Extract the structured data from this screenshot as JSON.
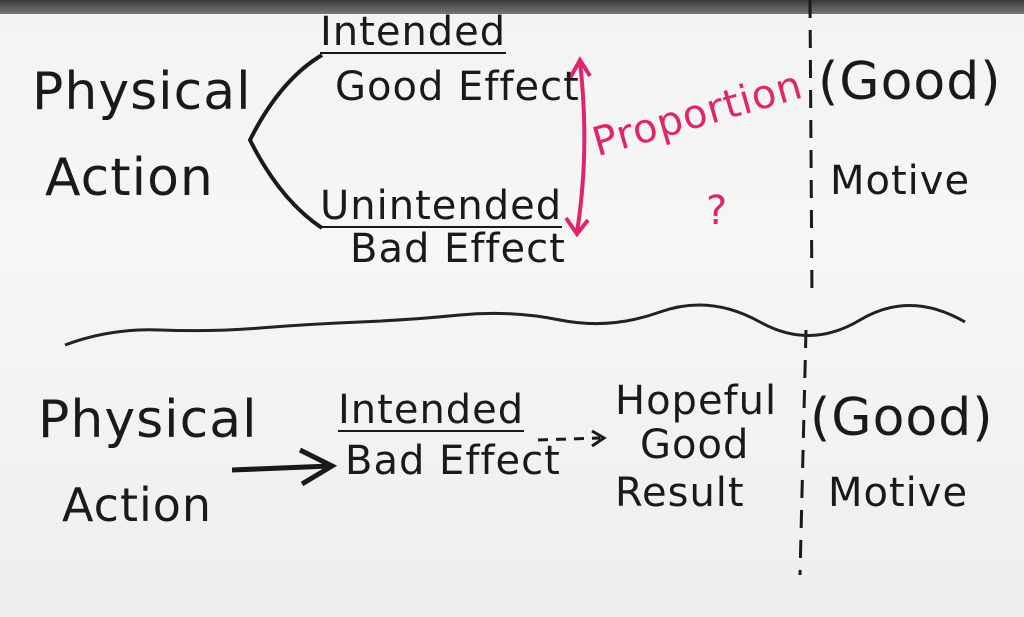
{
  "top": {
    "action_line1": "Physical",
    "action_line2": "Action",
    "effect1_line1": "Intended",
    "effect1_line2": "Good Effect",
    "effect2_line1": "Unintended",
    "effect2_line2": "Bad Effect",
    "proportion": "Proportion",
    "question": "?",
    "motive_qualifier": "(Good)",
    "motive": "Motive"
  },
  "bottom": {
    "action_line1": "Physical",
    "action_line2": "Action",
    "effect_line1": "Intended",
    "effect_line2": "Bad Effect",
    "result_line1": "Hopeful",
    "result_line2": "Good",
    "result_line3": "Result",
    "motive_qualifier": "(Good)",
    "motive": "Motive"
  },
  "colors": {
    "ink": "#1a1a1a",
    "accent": "#e0246e"
  }
}
